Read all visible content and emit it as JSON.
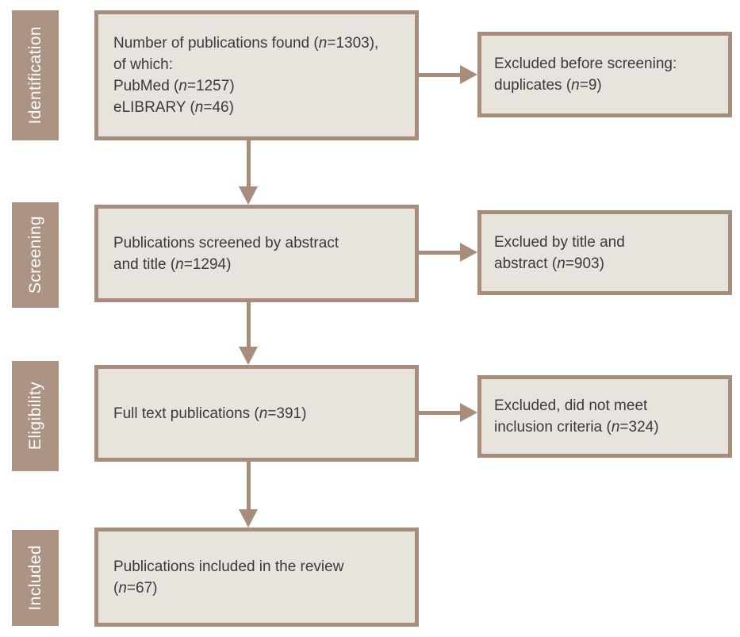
{
  "diagram": {
    "type": "prisma-flowchart",
    "colors": {
      "accent_brown": "#a78e7c",
      "sidebar_brown": "#ad9384",
      "box_fill": "#e9e3dd",
      "text_dark": "#3b3a39",
      "label_text": "#ffffff"
    },
    "stages": [
      {
        "label": "Identification"
      },
      {
        "label": "Screening"
      },
      {
        "label": "Eligibility"
      },
      {
        "label": "Included"
      }
    ],
    "main_boxes": [
      {
        "n": 1303,
        "lines": [
          [
            {
              "t": "Number of publications found ("
            },
            {
              "t": "n",
              "i": true
            },
            {
              "t": "=1303),"
            }
          ],
          [
            {
              "t": "of which:"
            }
          ],
          [
            {
              "t": "PubMed ("
            },
            {
              "t": "n",
              "i": true
            },
            {
              "t": "=1257)"
            }
          ],
          [
            {
              "t": "eLIBRARY ("
            },
            {
              "t": "n",
              "i": true
            },
            {
              "t": "=46)"
            }
          ]
        ]
      },
      {
        "n": 1294,
        "lines": [
          [
            {
              "t": "Publications screened by abstract"
            }
          ],
          [
            {
              "t": "and title ("
            },
            {
              "t": "n",
              "i": true
            },
            {
              "t": "=1294)"
            }
          ]
        ]
      },
      {
        "n": 391,
        "lines": [
          [
            {
              "t": "Full text publications ("
            },
            {
              "t": "n",
              "i": true
            },
            {
              "t": "=391)"
            }
          ]
        ]
      },
      {
        "n": 67,
        "lines": [
          [
            {
              "t": "Publications included in the review"
            }
          ],
          [
            {
              "t": "("
            },
            {
              "t": "n",
              "i": true
            },
            {
              "t": "=67)"
            }
          ]
        ]
      }
    ],
    "side_boxes": [
      {
        "n": 9,
        "lines": [
          [
            {
              "t": "Excluded before screening:"
            }
          ],
          [
            {
              "t": "duplicates ("
            },
            {
              "t": "n",
              "i": true
            },
            {
              "t": "=9)"
            }
          ]
        ]
      },
      {
        "n": 903,
        "lines": [
          [
            {
              "t": "Exclued by title and"
            }
          ],
          [
            {
              "t": "abstract ("
            },
            {
              "t": "n",
              "i": true
            },
            {
              "t": "=903)"
            }
          ]
        ]
      },
      {
        "n": 324,
        "lines": [
          [
            {
              "t": "Excluded, did not meet"
            }
          ],
          [
            {
              "t": "inclusion criteria ("
            },
            {
              "t": "n",
              "i": true
            },
            {
              "t": "=324)"
            }
          ]
        ]
      }
    ]
  }
}
